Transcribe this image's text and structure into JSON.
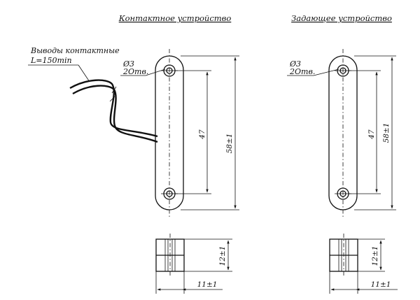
{
  "left_view": {
    "title": "Контактное устройство",
    "lead_label_line1": "Выводы контактные",
    "lead_label_line2": "L=150min",
    "hole_diameter": "Ø3",
    "hole_count": "2Oтв.",
    "hole_spacing": "47",
    "overall_length": "58±1",
    "section_height": "12±1",
    "section_width": "11±1"
  },
  "right_view": {
    "title": "Задающее устройство",
    "hole_diameter": "Ø3",
    "hole_count": "2Oтв.",
    "hole_spacing": "47",
    "overall_length": "58±1",
    "section_height": "12±1",
    "section_width": "11±1"
  }
}
